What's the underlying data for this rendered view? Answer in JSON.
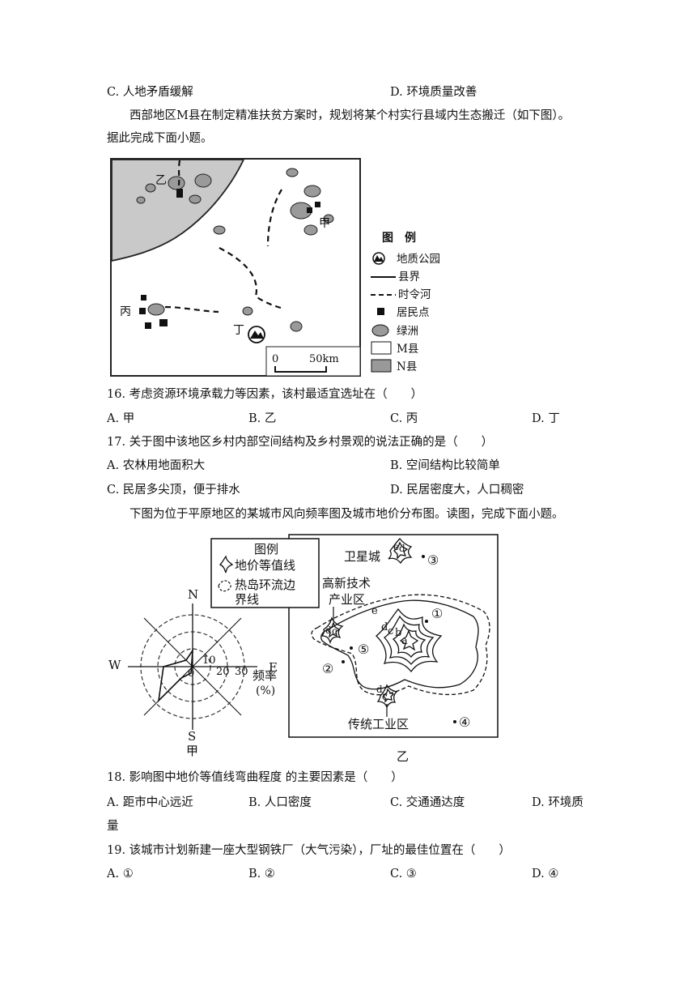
{
  "prev": {
    "c": "C. 人地矛盾缓解",
    "d": "D. 环境质量改善"
  },
  "intro1": "西部地区M县在制定精准扶贫方案时，规划将某个村实行县域内生态搬迁（如下图）。",
  "intro1_cont": "据此完成下面小题。",
  "map1": {
    "places": {
      "yi": "乙",
      "jia": "甲",
      "bing": "丙",
      "ding": "丁"
    },
    "scale_zero": "0",
    "scale_label": "50km",
    "legend": {
      "title": "图　例",
      "items": [
        "地质公园",
        "县界",
        "时令河",
        "居民点",
        "绿洲",
        "M县",
        "N县"
      ]
    }
  },
  "q16": {
    "stem": "16. 考虑资源环境承载力等因素，该村最适宜选址在（　　）",
    "options": [
      "A. 甲",
      "B. 乙",
      "C. 丙",
      "D. 丁"
    ]
  },
  "q17": {
    "stem": "17. 关于图中该地区乡村内部空间结构及乡村景观的说法正确的是（　　）",
    "options": [
      "A. 农林用地面积大",
      "B. 空间结构比较简单",
      "C. 民居多尖顶，便于排水",
      "D. 民居密度大，人口稠密"
    ]
  },
  "intro2": "下图为位于平原地区的某城市风向频率图及城市地价分布图。读图，完成下面小题。",
  "figures2": {
    "rose": {
      "dirs": {
        "n": "N",
        "s": "S",
        "w": "W",
        "e": "E"
      },
      "rings": [
        "10",
        "20",
        "30"
      ],
      "zero": "0",
      "freq": "频率",
      "unit": "(%)",
      "caption": "甲"
    },
    "city": {
      "legend_title": "图例",
      "legend_items": [
        "地价等值线",
        "热岛环流边",
        "界线"
      ],
      "satellite": "卫星城",
      "hightech": [
        "高新技术",
        "产业区"
      ],
      "industrial": "传统工业区",
      "caption": "乙",
      "letters": {
        "a": "a",
        "b": "b",
        "c": "c",
        "d": "d",
        "e": "e"
      },
      "points": [
        "①",
        "②",
        "③",
        "④",
        "⑤"
      ]
    }
  },
  "q18": {
    "stem": "18. 影响图中地价等值线弯曲程度 的主要因素是（　　）",
    "options": [
      "A. 距市中心远近",
      "B. 人口密度",
      "C. 交通通达度",
      "D. 环境质"
    ],
    "wrap": "量"
  },
  "q19": {
    "stem": "19. 该城市计划新建一座大型钢铁厂（大气污染），厂址的最佳位置在（　　）",
    "options": [
      "A. ①",
      "B. ②",
      "C. ③",
      "D. ④"
    ]
  }
}
